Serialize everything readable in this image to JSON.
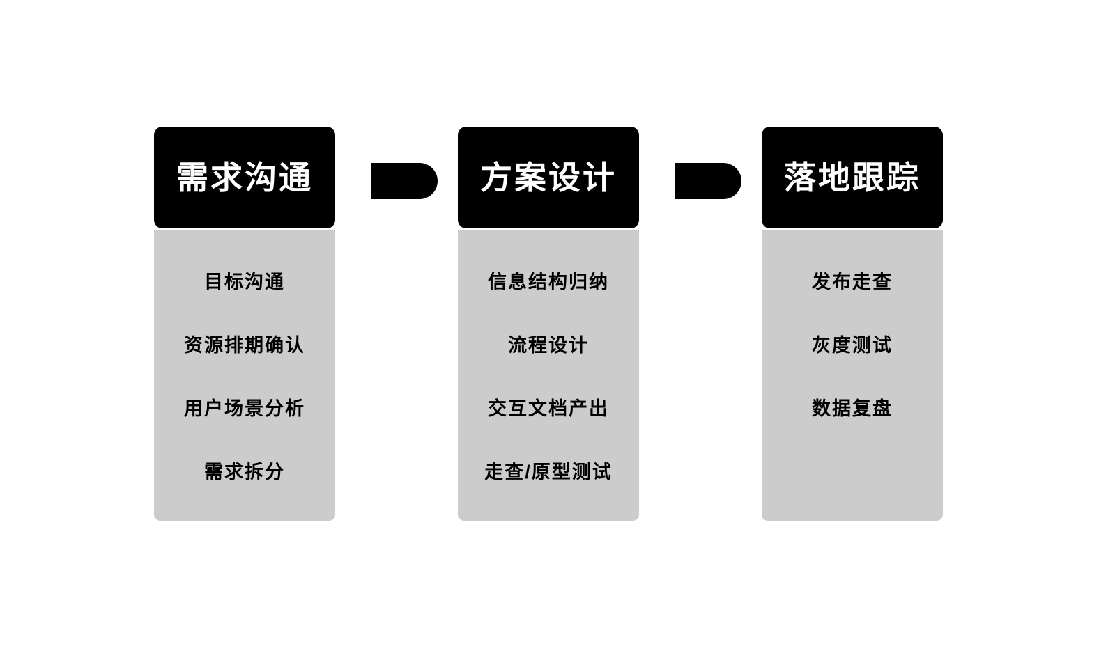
{
  "diagram": {
    "title_implicit": "",
    "background_color": "#FFFFFF",
    "header_color": "#000000",
    "body_color": "#CCCCCC",
    "header_text_color": "#FFFFFF",
    "task_text_color": "#000000",
    "connector_color": "#000000",
    "stages": [
      {
        "id": "stage-1",
        "header": "需求沟通",
        "tasks": [
          "目标沟通",
          "资源排期确认",
          "用户场景分析",
          "需求拆分"
        ]
      },
      {
        "id": "stage-2",
        "header": "方案设计",
        "tasks": [
          "信息结构归纳",
          "流程设计",
          "交互文档产出",
          "走查/原型测试"
        ]
      },
      {
        "id": "stage-3",
        "header": "落地跟踪",
        "tasks": [
          "发布走查",
          "灰度测试",
          "数据复盘"
        ]
      }
    ],
    "connectors": [
      {
        "id": "connector-1",
        "from": "stage-1",
        "to": "stage-2",
        "shape": "arrow-right"
      },
      {
        "id": "connector-2",
        "from": "stage-2",
        "to": "stage-3",
        "shape": "arrow-right"
      }
    ]
  }
}
